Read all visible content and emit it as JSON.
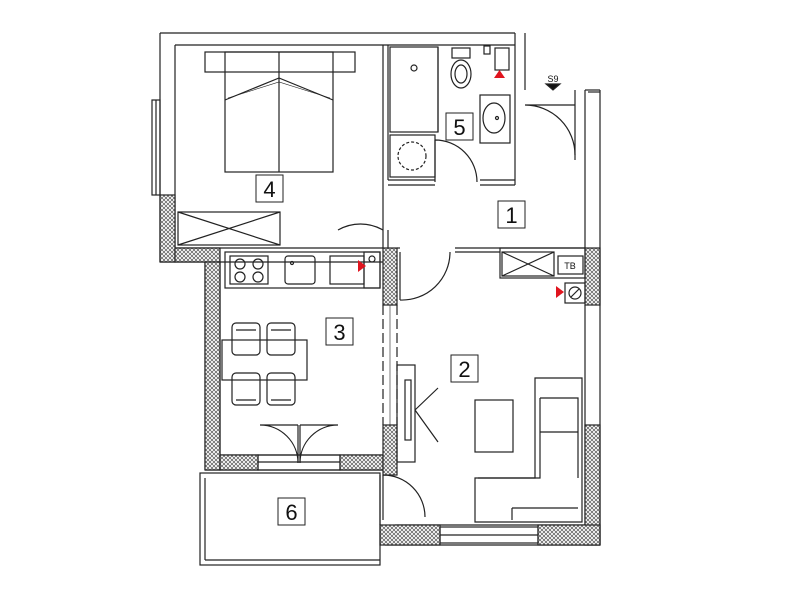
{
  "rooms": [
    {
      "id": "room-1",
      "label": "1"
    },
    {
      "id": "room-2",
      "label": "2"
    },
    {
      "id": "room-3",
      "label": "3"
    },
    {
      "id": "room-4",
      "label": "4"
    },
    {
      "id": "room-5",
      "label": "5"
    },
    {
      "id": "room-6",
      "label": "6"
    }
  ],
  "markers": {
    "section": "S9",
    "tb": "TB"
  },
  "colors": {
    "line": "#222222",
    "hatch": "#555555",
    "marker": "#e0141e"
  }
}
